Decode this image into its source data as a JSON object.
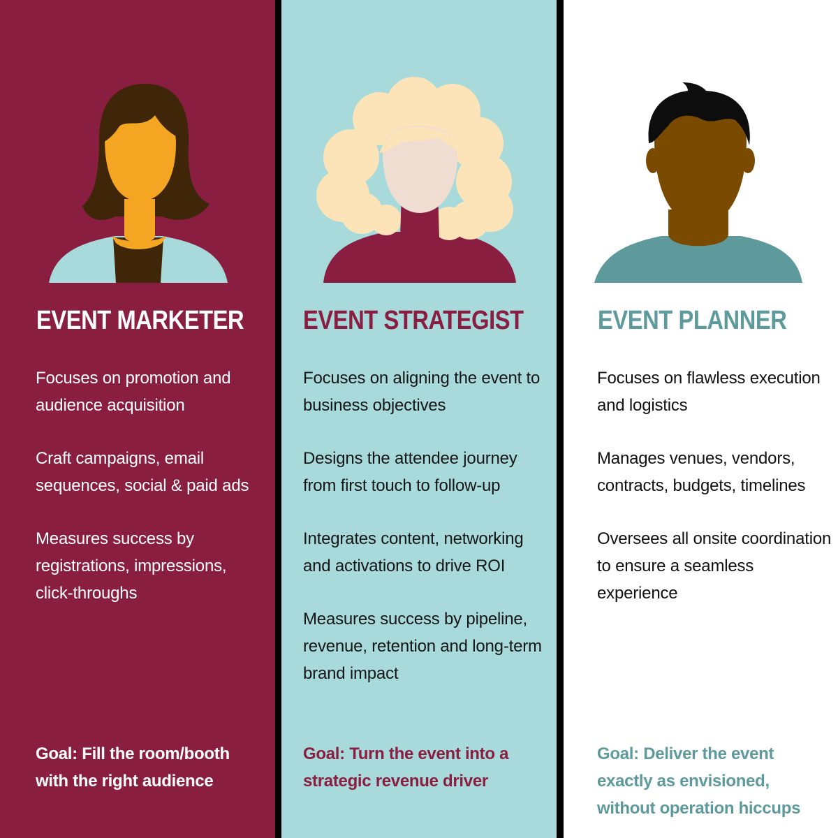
{
  "colors": {
    "marketer_bg": "#8a1e40",
    "strategist_bg": "#a8dadb",
    "planner_bg": "#ffffff",
    "planner_accent": "#5e9a9b",
    "divider": "#000000"
  },
  "columns": [
    {
      "avatar_icon": "woman-dark-hair-avatar-icon",
      "title": "EVENT MARKETER",
      "points": [
        "Focuses on promotion and audience acquisition",
        "Craft campaigns, email sequences, social & paid ads",
        "Measures success by registrations, impressions, click-throughs"
      ],
      "goal": "Goal: Fill the room/booth with the right audience"
    },
    {
      "avatar_icon": "woman-curly-blonde-hair-avatar-icon",
      "title": "EVENT STRATEGIST",
      "points": [
        "Focuses on aligning the event to business objectives",
        "Designs the attendee journey from first touch to follow-up",
        "Integrates content, networking and activations to drive ROI",
        "Measures success by pipeline, revenue, retention and long-term brand impact"
      ],
      "goal": "Goal: Turn the event into a strategic revenue driver"
    },
    {
      "avatar_icon": "man-avatar-icon",
      "title": "EVENT PLANNER",
      "points": [
        "Focuses on flawless execution and logistics",
        "Manages venues, vendors, contracts, budgets, timelines",
        "Oversees all onsite coordination to ensure a seamless experience"
      ],
      "goal": "Goal: Deliver the event exactly as envisioned, without operation hiccups"
    }
  ]
}
